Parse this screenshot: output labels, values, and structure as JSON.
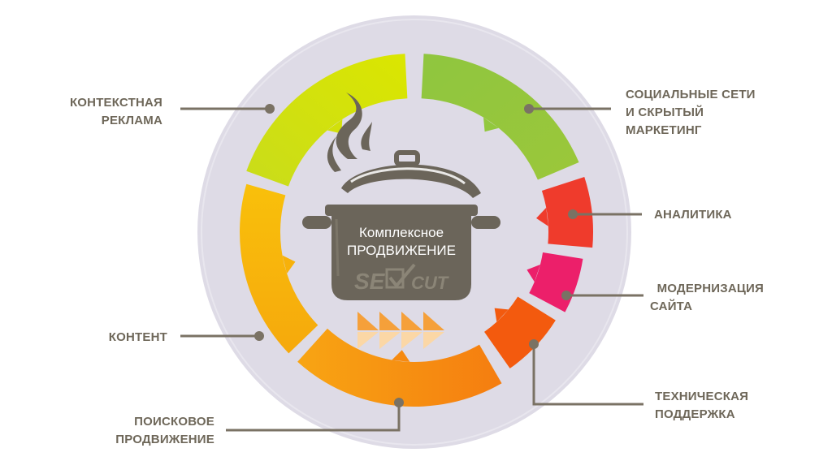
{
  "colors": {
    "outer_disc": "#dedbe6",
    "inner_disc": "#ffffff",
    "pot": "#6b655a",
    "pot_text": "#ffffff",
    "logo": "#8b8577",
    "label_text": "#6e6759",
    "connector": "#7a7264",
    "flame": "#f5a03a",
    "flame_light": "#fbd7a6"
  },
  "center": {
    "line1": "Комплексное",
    "line2": "ПРОДВИЖЕНИЕ",
    "logo_text": "SEOCUT",
    "icon": "cooking-pot-icon"
  },
  "segments": [
    {
      "id": "context-ads",
      "lines": [
        "КОНТЕКСТНАЯ",
        "РЕКЛАМА"
      ],
      "color": "#d2e00a"
    },
    {
      "id": "social",
      "lines": [
        "СОЦИАЛЬНЫЕ СЕТИ",
        "И СКРЫТЫЙ",
        "МАРКЕТИНГ"
      ],
      "color": "#92c83e"
    },
    {
      "id": "analytics",
      "lines": [
        "АНАЛИТИКА"
      ],
      "color": "#ef3b2c"
    },
    {
      "id": "modernization",
      "lines": [
        "МОДЕРНИЗАЦИЯ",
        "САЙТА"
      ],
      "color": "#ec1f6a"
    },
    {
      "id": "support",
      "lines": [
        "ТЕХНИЧЕСКАЯ",
        "ПОДДЕРЖКА"
      ],
      "color": "#f35a0e"
    },
    {
      "id": "seo",
      "lines": [
        "ПОИСКОВОЕ",
        "ПРОДВИЖЕНИЕ"
      ],
      "color": "#f68a10"
    },
    {
      "id": "content",
      "lines": [
        "КОНТЕНТ"
      ],
      "color": "#f7b10a"
    }
  ]
}
